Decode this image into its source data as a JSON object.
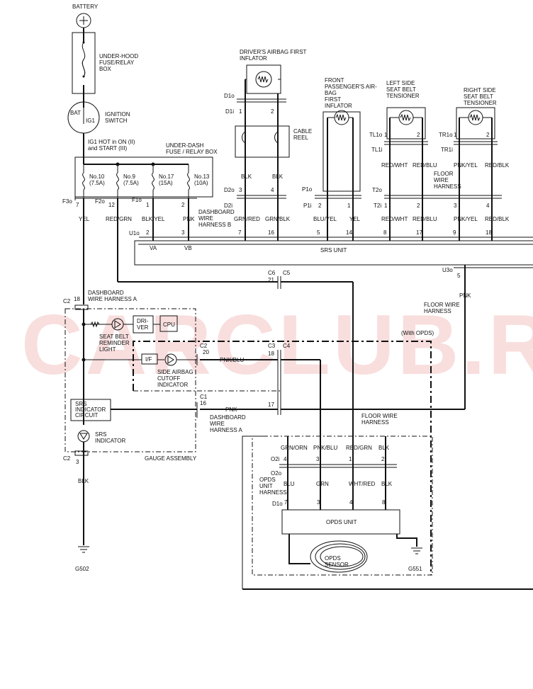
{
  "watermark": "CARCLUB.RU",
  "power": {
    "battery": "BATTERY",
    "fuse_box": [
      "UNDER-HOOD",
      "FUSE/RELAY",
      "BOX"
    ],
    "bat": "BAT",
    "ig1": "IG1",
    "ignition": [
      "IGNITION",
      "SWITCH"
    ],
    "ig1_note": [
      "IG1 HOT in ON (II)",
      "and START (III)"
    ],
    "dash_fuse": [
      "UNDER-DASH",
      "FUSE / RELAY BOX"
    ],
    "fuses": [
      {
        "no": "No.10",
        "amp": "(7.5A)"
      },
      {
        "no": "No.9",
        "amp": "(7.5A)"
      },
      {
        "no": "No.17",
        "amp": "(15A)"
      },
      {
        "no": "No.13",
        "amp": "(10A)"
      }
    ]
  },
  "connectors": {
    "f3o": "F3o",
    "f2o": "F2o",
    "f1o": "F1o",
    "p7": "7",
    "p12": "12",
    "p1": "1",
    "p2": "2",
    "yel": "YEL",
    "red_grn": "RED/GRN",
    "blk_yel": "BLK/YEL",
    "pnk": "PNK",
    "dash_b": [
      "DASHBOARD",
      "WIRE",
      "HARNESS B"
    ],
    "u1o": "U1o",
    "u1p2": "2",
    "u1p3": "3",
    "d1o": "D1o",
    "d1i": "D1i",
    "d1i_1": "1",
    "d1i_2": "2",
    "cable_reel": [
      "CABLE",
      "REEL"
    ],
    "blk": "BLK",
    "d2o": "D2o",
    "d2i": "D2i",
    "d2_3": "3",
    "d2_4": "4",
    "grn_red": "GRN/RED",
    "grn_blk": "GRN/BLK",
    "u7": "7",
    "u16": "16",
    "p1o": "P1o",
    "p1i": "P1i",
    "p1i_2": "2",
    "p1i_1": "1",
    "blu_yel": "BLU/YEL",
    "u5": "5",
    "u14": "14",
    "tl1o": "TL1o",
    "tl1i": "TL1i",
    "tr1o": "TR1o",
    "tr1i": "TR1i",
    "red_wht": "RED/WHT",
    "red_blu": "RED/BLU",
    "pnk_yel": "PNK/YEL",
    "red_blk": "RED/BLK",
    "floor_wire_harness": [
      "FLOOR",
      "WIRE",
      "HARNESS"
    ],
    "t2o": "T2o",
    "t2i": "T2i",
    "t_pins": [
      "1",
      "2",
      "3",
      "4"
    ],
    "u_pins": [
      "8",
      "17",
      "9",
      "18"
    ],
    "va": "VA",
    "vb": "VB",
    "srs_unit": "SRS UNIT",
    "u3o": "U3o",
    "u3_5": "5",
    "floor_harness2": [
      "FLOOR WIRE",
      "HARNESS"
    ],
    "c6": "C6",
    "c5": "C5",
    "c6_21": "21",
    "c2": "C2",
    "c2_18": "18",
    "dash_a": [
      "DASHBOARD",
      "WIRE HARNESS A"
    ],
    "with_opds": "(With OPDS)",
    "c2_20_lbl": "C2",
    "c2_20": "20",
    "pnk_blu": "PNK/BLU",
    "c3": "C3",
    "c4": "C4",
    "c3_18": "18",
    "c1": "C1",
    "c1_16": "16",
    "c1_17": "17",
    "dash_a2": [
      "DASHBOARD",
      "WIRE",
      "HARNESS A"
    ],
    "floor_harness3": [
      "FLOOR WIRE",
      "HARNESS"
    ],
    "c2_3": "3",
    "c2b": "C2",
    "g502": "G502",
    "g551": "G551"
  },
  "components": {
    "drivers_inflator": [
      "DRIVER'S AIRBAG FIRST",
      "INFLATOR"
    ],
    "passenger_inflator": [
      "FRONT",
      "PASSENGER'S AIR-",
      "BAG",
      "FIRST",
      "INFLATOR"
    ],
    "left_tensioner": [
      "LEFT SIDE",
      "SEAT BELT",
      "TENSIONER"
    ],
    "right_tensioner": [
      "RIGHT SIDE",
      "SEAT BELT",
      "TENSIONER"
    ],
    "seat_belt_light": [
      "SEAT BELT",
      "REMINDER",
      "LIGHT"
    ],
    "driver": [
      "DRI-",
      "VER"
    ],
    "cpu": "CPU",
    "if": "I/F",
    "cutoff": [
      "SIDE AIRBAG",
      "CUTOFF",
      "INDICATOR"
    ],
    "srs_circuit": [
      "SRS",
      "INDICATOR",
      "CIRCUIT"
    ],
    "srs_indicator": [
      "SRS",
      "INDICATOR"
    ],
    "gauge": "GAUGE ASSEMBLY",
    "opds_unit": "OPDS UNIT",
    "opds_sensor": [
      "OPDS",
      "SENSOR"
    ],
    "opds_harness": [
      "OPDS",
      "UNIT",
      "HARNESS"
    ]
  },
  "opds": {
    "o2i": "O2i",
    "o2o": "O2o",
    "d1o": "D1o",
    "top_wires": [
      "GRN/ORN",
      "PNK/BLU",
      "RED/GRN",
      "BLK"
    ],
    "top_pins": [
      "4",
      "3",
      "1",
      "2"
    ],
    "bottom_wires": [
      "BLU",
      "GRN",
      "WHT/RED",
      "BLK"
    ],
    "bottom_pins": [
      "7",
      "3",
      "4",
      "8"
    ]
  }
}
